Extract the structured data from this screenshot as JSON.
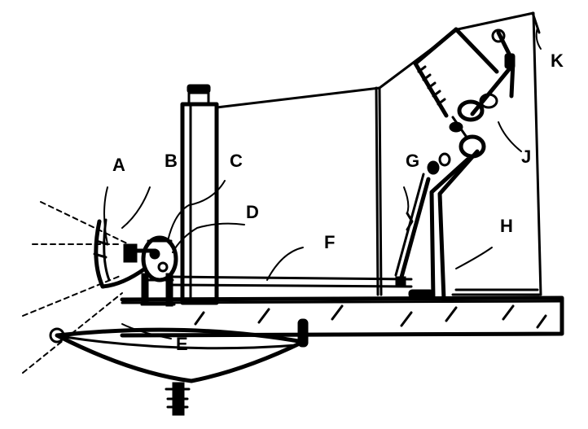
{
  "figure": {
    "labels": {
      "A": "A",
      "B": "B",
      "C": "C",
      "D": "D",
      "E": "E",
      "F": "F",
      "G": "G",
      "H": "H",
      "J": "J",
      "K": "K"
    }
  }
}
